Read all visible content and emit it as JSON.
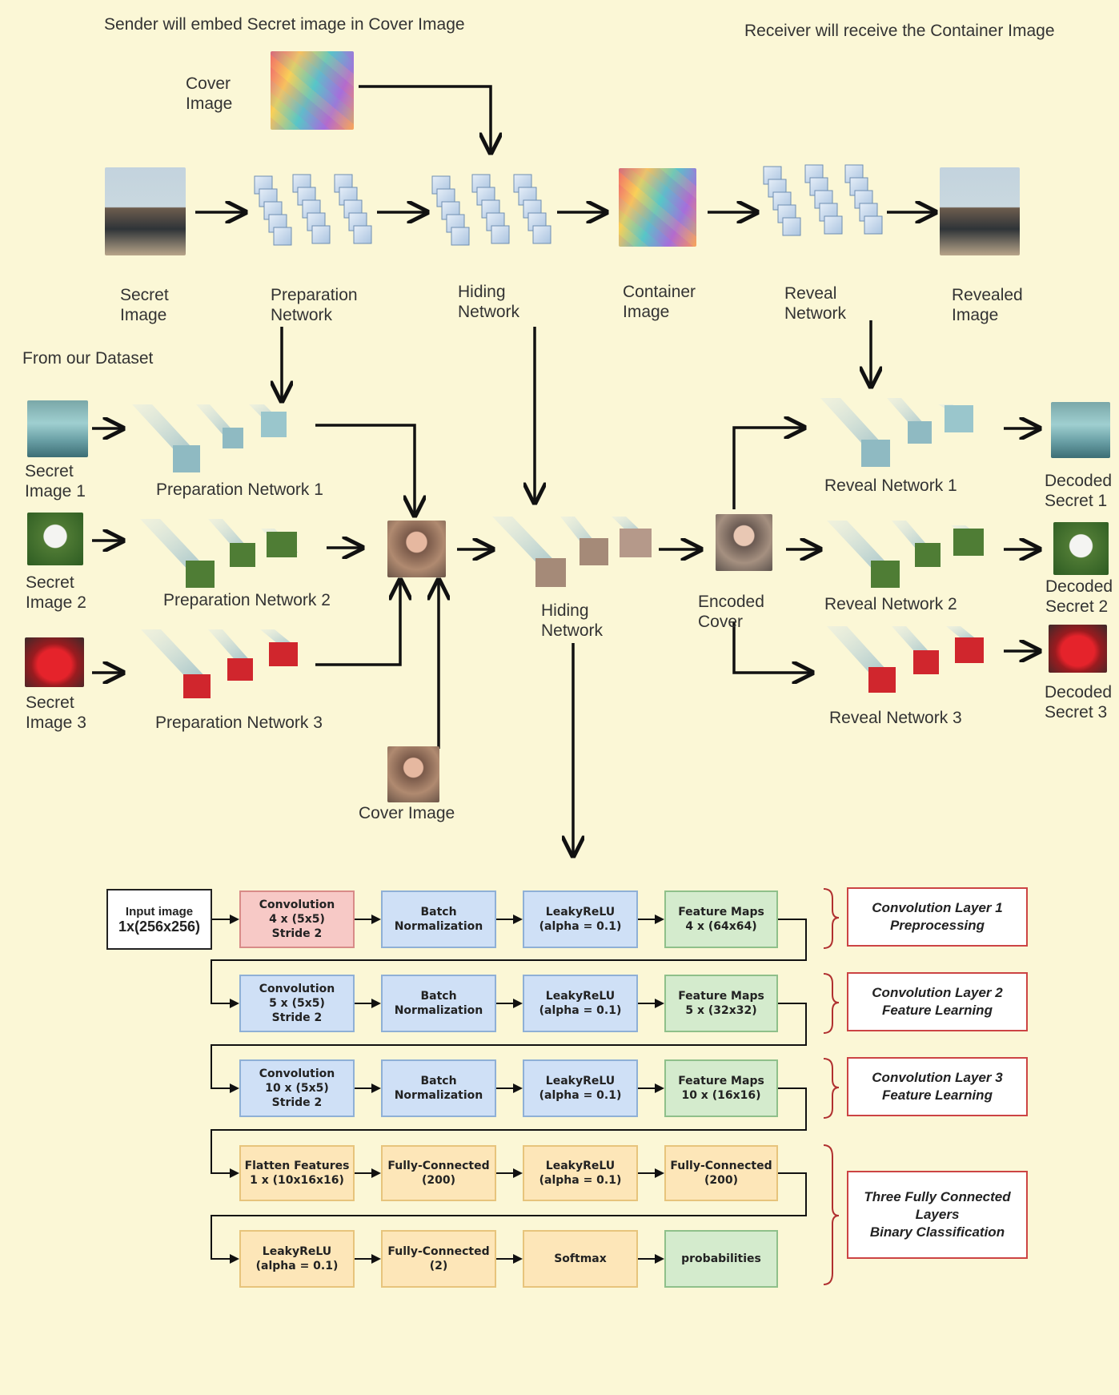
{
  "top": {
    "sender_caption": "Sender will embed Secret image in  Cover Image",
    "receiver_caption": "Receiver will receive the Container Image",
    "cover_image": "Cover\nImage",
    "secret_image": "Secret\nImage",
    "preparation_network": "Preparation\nNetwork",
    "hiding_network": "Hiding\nNetwork",
    "container_image": "Container\nImage",
    "reveal_network": "Reveal\nNetwork",
    "revealed_image": "Revealed\nImage"
  },
  "middle": {
    "dataset_caption": "From our Dataset",
    "secret_1": "Secret\nImage 1",
    "secret_2": "Secret\nImage 2",
    "secret_3": "Secret\nImage 3",
    "prep_1": "Preparation Network 1",
    "prep_2": "Preparation Network 2",
    "prep_3": "Preparation Network 3",
    "cover_image": "Cover Image",
    "hiding_network": "Hiding\nNetwork",
    "encoded_cover": "Encoded\nCover",
    "reveal_1": "Reveal Network 1",
    "reveal_2": "Reveal Network 2",
    "reveal_3": "Reveal Network 3",
    "decoded_1": "Decoded\nSecret 1",
    "decoded_2": "Decoded\nSecret 2",
    "decoded_3": "Decoded\nSecret 3"
  },
  "bottom": {
    "input_line1": "Input image",
    "input_line2": "1x(256x256)",
    "row1": [
      "Convolution\n4 x (5x5)\nStride 2",
      "Batch\nNormalization",
      "LeakyReLU\n(alpha = 0.1)",
      "Feature Maps\n4 x (64x64)"
    ],
    "row2": [
      "Convolution\n5 x (5x5)\nStride 2",
      "Batch\nNormalization",
      "LeakyReLU\n(alpha = 0.1)",
      "Feature Maps\n5 x (32x32)"
    ],
    "row3": [
      "Convolution\n10 x (5x5)\nStride 2",
      "Batch\nNormalization",
      "LeakyReLU\n(alpha = 0.1)",
      "Feature Maps\n10 x (16x16)"
    ],
    "row4": [
      "Flatten Features\n1 x (10x16x16)",
      "Fully-Connected\n(200)",
      "LeakyReLU\n(alpha = 0.1)",
      "Fully-Connected\n(200)"
    ],
    "row5": [
      "LeakyReLU\n(alpha = 0.1)",
      "Fully-Connected\n(2)",
      "Softmax",
      "probabilities"
    ],
    "layer1": "Convolution Layer 1\nPreprocessing",
    "layer2": "Convolution Layer 2\nFeature Learning",
    "layer3": "Convolution Layer 3\nFeature Learning",
    "layer4": "Three Fully Connected\nLayers\nBinary Classification"
  }
}
